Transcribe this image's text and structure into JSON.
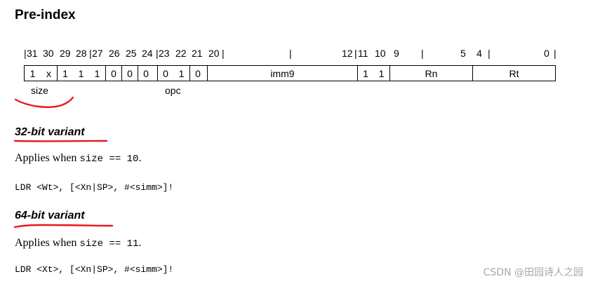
{
  "section_title": "Pre-index",
  "bit_labels": {
    "b31": "31",
    "b30": "30",
    "b29": "29",
    "b28": "28",
    "b27": "27",
    "b26": "26",
    "b25": "25",
    "b24": "24",
    "b23": "23",
    "b22": "22",
    "b21": "21",
    "b20": "20",
    "b12": "12",
    "b11": "11",
    "b10": "10",
    "b9": "9",
    "b5": "5",
    "b4": "4",
    "b0": "0"
  },
  "encoding": {
    "bit31": "1",
    "bit30": "x",
    "bit29": "1",
    "bit28": "1",
    "bit27": "1",
    "bit26": "0",
    "bit25": "0",
    "bit24": "0",
    "bit23": "0",
    "bit22": "1",
    "bit21": "0",
    "imm9": "imm9",
    "bit11": "1",
    "bit10": "1",
    "rn": "Rn",
    "rt": "Rt"
  },
  "field_labels": {
    "size": "size",
    "opc": "opc"
  },
  "variant32": {
    "title": "32-bit variant",
    "applies_prefix": "Applies when",
    "applies_cond": "size == 10",
    "applies_suffix": ".",
    "syntax": "LDR <Wt>, [<Xn|SP>, #<simm>]!"
  },
  "variant64": {
    "title": "64-bit variant",
    "applies_prefix": "Applies when",
    "applies_cond": "size == 11",
    "applies_suffix": ".",
    "syntax": "LDR <Xt>, [<Xn|SP>, #<simm>]!"
  },
  "watermark": "CSDN @田园诗人之园",
  "colors": {
    "annotation_red": "#e8191c",
    "watermark": "#a8a8a8"
  }
}
